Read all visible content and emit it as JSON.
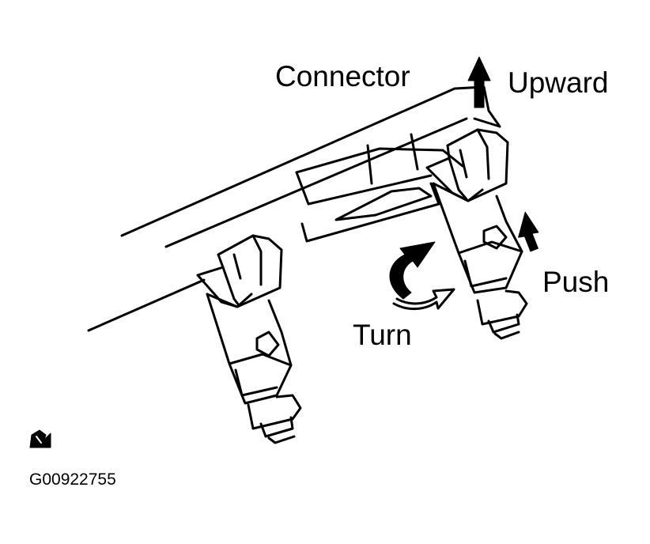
{
  "labels": {
    "connector": "Connector",
    "upward": "Upward",
    "push": "Push",
    "turn": "Turn"
  },
  "figure_code": "G00922755",
  "icons": [
    "upward-arrow-icon",
    "push-arrow-icon",
    "turn-arrow-icon",
    "reference-mark-icon"
  ]
}
